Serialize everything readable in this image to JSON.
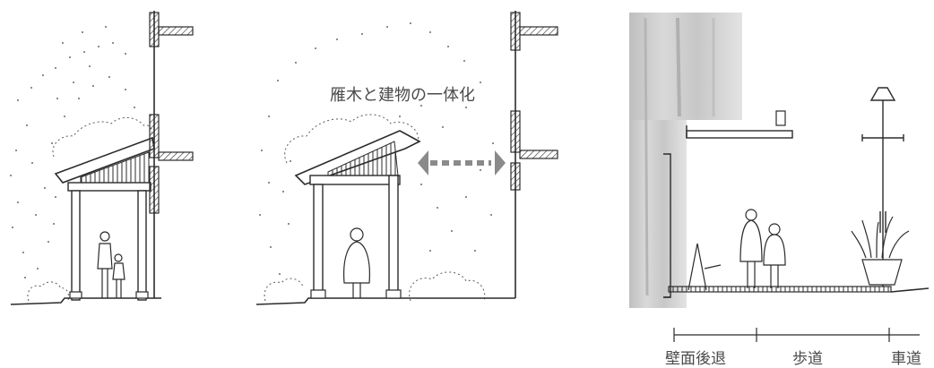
{
  "caption": "雁木と建物の一体化",
  "zones": {
    "wall_setback": "壁面後退",
    "sidewalk": "歩道",
    "roadway": "車道"
  },
  "colors": {
    "ink": "#2b2b2b",
    "arrow": "#8a8a8a",
    "wash": "#cfcfcf",
    "text": "#4a4a4a"
  }
}
